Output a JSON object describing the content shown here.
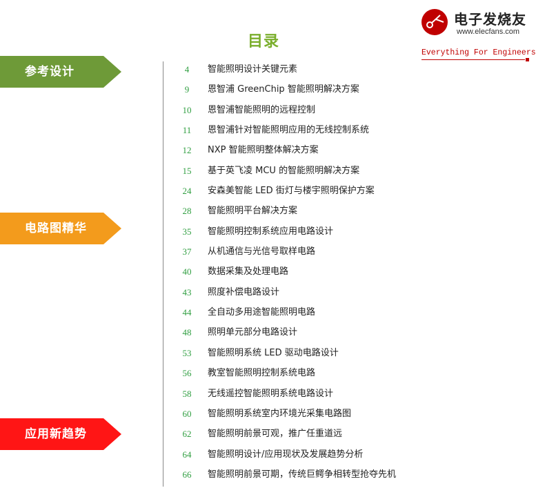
{
  "page_title": "目录",
  "logo": {
    "name_cn": "电子发烧友",
    "url": "www.elecfans.com",
    "tagline": "Everything For Engineers",
    "colors": {
      "red": "#c00000",
      "dark": "#222222"
    }
  },
  "sections": [
    {
      "label": "参考设计",
      "color": "#6e9a38"
    },
    {
      "label": "电路图精华",
      "color": "#f39b1c"
    },
    {
      "label": "应用新趋势",
      "color": "#ff1515"
    }
  ],
  "toc": [
    {
      "page": "4",
      "title": "智能照明设计关键元素"
    },
    {
      "page": "9",
      "title": "恩智浦 GreenChip 智能照明解决方案"
    },
    {
      "page": "10",
      "title": "恩智浦智能照明的远程控制"
    },
    {
      "page": "11",
      "title": "恩智浦针对智能照明应用的无线控制系统"
    },
    {
      "page": "12",
      "title": "NXP 智能照明整体解决方案"
    },
    {
      "page": "15",
      "title": "基于英飞凌 MCU 的智能照明解决方案"
    },
    {
      "page": "24",
      "title": "安森美智能 LED 街灯与楼宇照明保护方案"
    },
    {
      "page": "28",
      "title": "智能照明平台解决方案"
    },
    {
      "page": "35",
      "title": "智能照明控制系统应用电路设计"
    },
    {
      "page": "37",
      "title": "从机通信与光信号取样电路"
    },
    {
      "page": "40",
      "title": "数据采集及处理电路"
    },
    {
      "page": "43",
      "title": "照度补偿电路设计"
    },
    {
      "page": "44",
      "title": "全自动多用途智能照明电路"
    },
    {
      "page": "48",
      "title": "照明单元部分电路设计"
    },
    {
      "page": "53",
      "title": "智能照明系统 LED 驱动电路设计"
    },
    {
      "page": "56",
      "title": "教室智能照明控制系统电路"
    },
    {
      "page": "58",
      "title": "无线遥控智能照明系统电路设计"
    },
    {
      "page": "60",
      "title": "智能照明系统室内环境光采集电路图"
    },
    {
      "page": "62",
      "title": "智能照明前景可观，推广任重道远"
    },
    {
      "page": "64",
      "title": "智能照明设计/应用现状及发展趋势分析"
    },
    {
      "page": "66",
      "title": "智能照明前景可期，传统巨鳄争相转型抢夺先机"
    }
  ],
  "colors": {
    "title": "#7aae2c",
    "page_number": "#2f9e40",
    "divider": "#888888"
  }
}
